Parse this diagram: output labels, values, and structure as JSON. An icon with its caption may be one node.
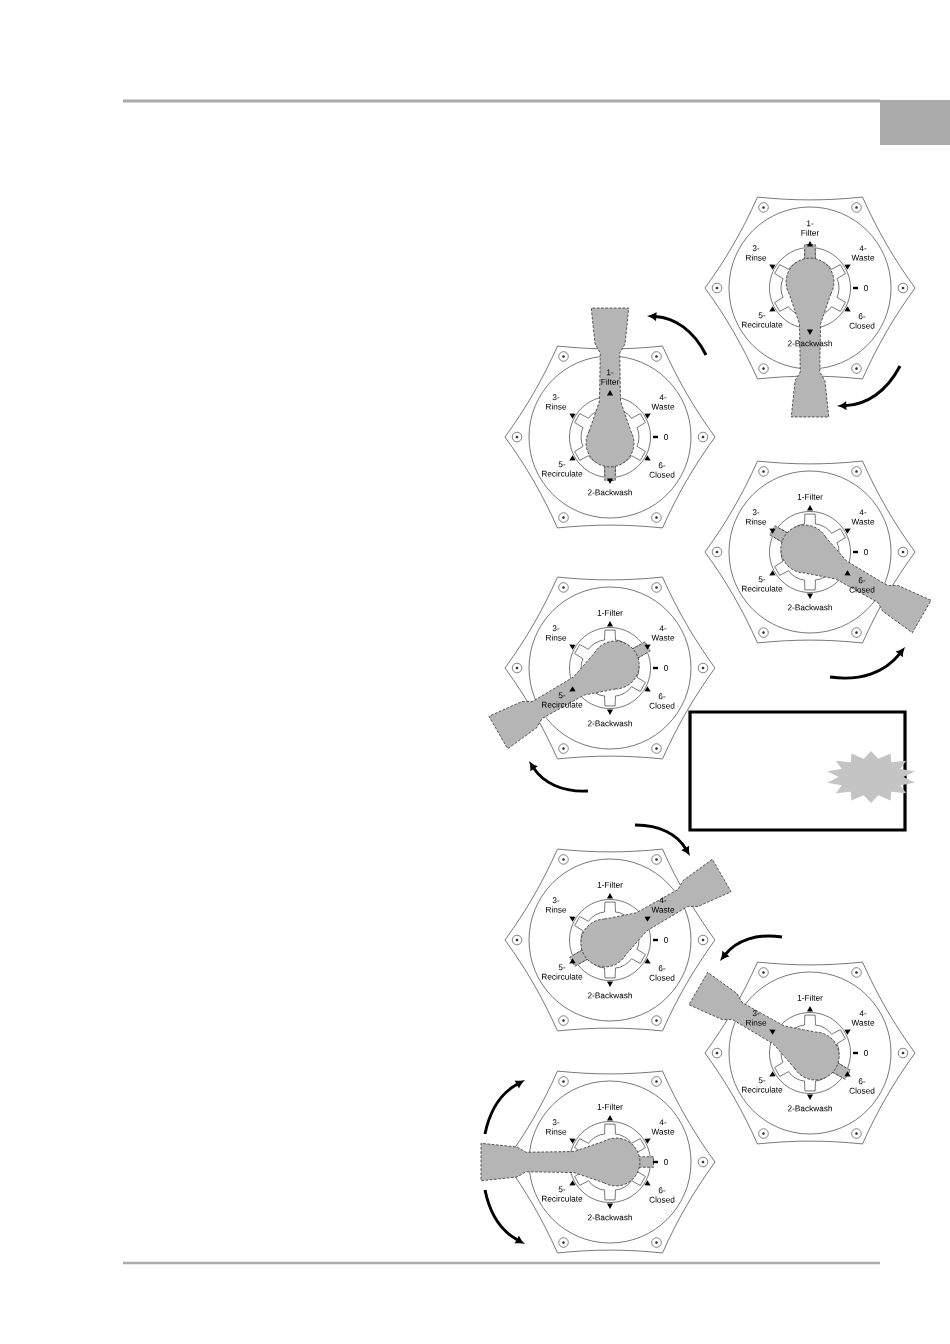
{
  "diagram": {
    "nodes": [
      {
        "text": [
          "1- Filter",
          "3- Rinse",
          "4- Waste",
          "0",
          "5- Recirculate",
          "6- Closed",
          "2-Backwash"
        ]
      },
      {
        "text": [
          "1- Filter",
          "3- Rinse",
          "4- Waste",
          "0",
          "5- Recirculate",
          "6- Closed",
          "2-Backwash"
        ]
      },
      {
        "text": [
          "1-Filter",
          "3- Rinse",
          "4- Waste",
          "0",
          "5- Recirculate",
          "6- Closed",
          "2-Backwash"
        ]
      },
      {
        "text": [
          "1-Filter",
          "3- Rinse",
          "4- Waste",
          "0",
          "5- Recirculate",
          "6- Closed",
          "2-Backwash"
        ]
      },
      {
        "text": [
          "1-Filter",
          "3- Rinse",
          "4- Waste",
          "0",
          "5- Recirculate",
          "6- Closed",
          "2-Backwash"
        ]
      },
      {
        "text": [
          "1-Filter",
          "3- Rinse",
          "4- Waste",
          "0",
          "5- Recirculate",
          "6- Closed",
          "2-Backwash"
        ]
      },
      {
        "text": [
          "1-Filter",
          "3- Rinse",
          "4- Waste",
          "0",
          "5- Recirculate",
          "6- Closed",
          "2-Backwash"
        ]
      },
      {
        "text": [],
        "shape": "star"
      }
    ]
  }
}
